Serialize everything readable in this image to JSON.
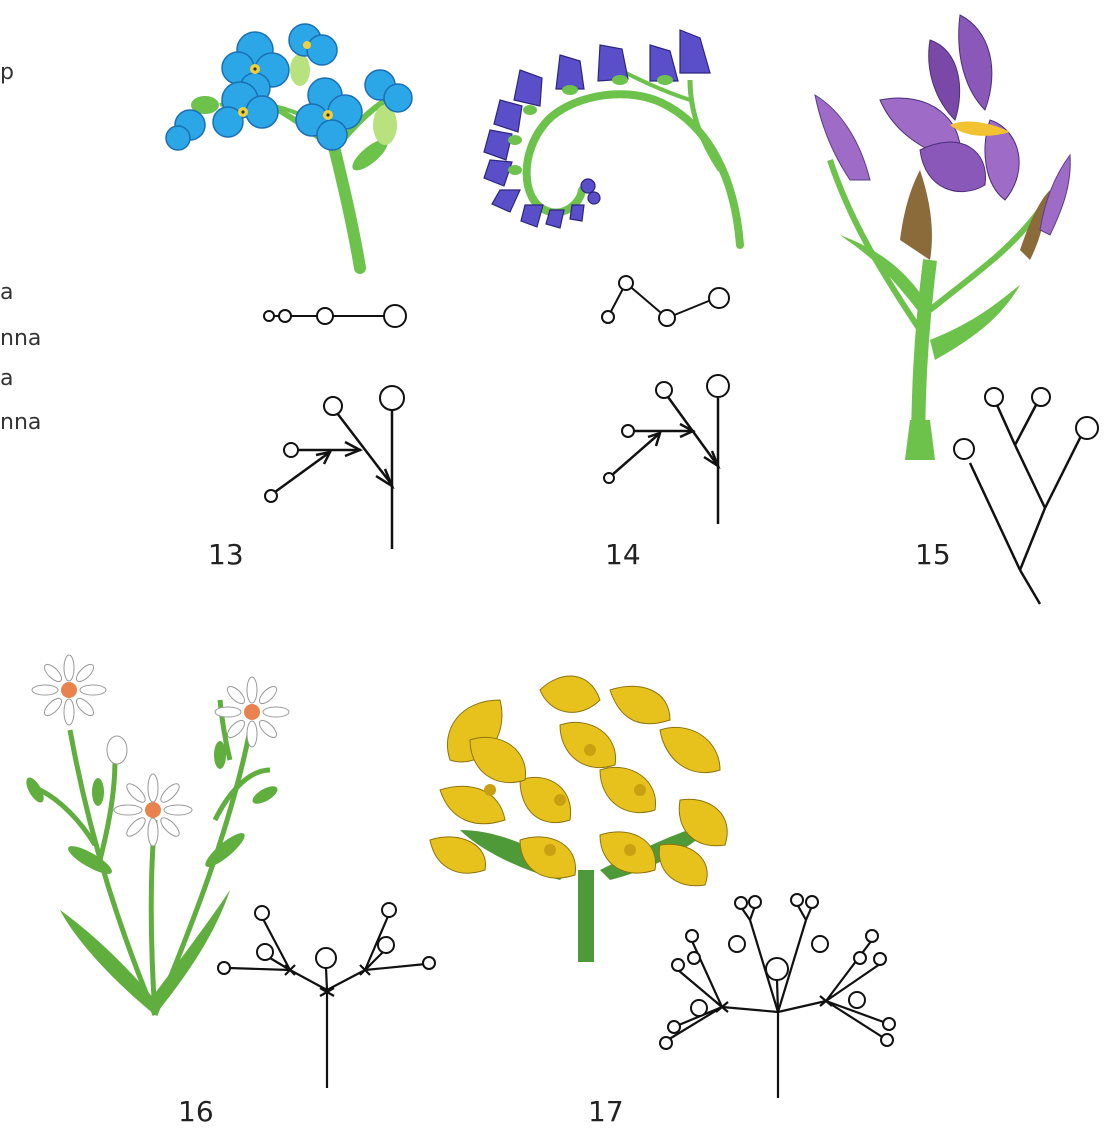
{
  "left_text_fragments": [
    "p",
    "a",
    "nna",
    "a",
    "nna"
  ],
  "figures": [
    {
      "number": "13",
      "plant": "forget-me-not",
      "colors": {
        "petal": "#2ba6e6",
        "center": "#f2d03c",
        "stem": "#6cc24a"
      }
    },
    {
      "number": "14",
      "plant": "comfrey",
      "colors": {
        "petal": "#5a4fc8",
        "stem": "#6cc24a"
      }
    },
    {
      "number": "15",
      "plant": "iris",
      "colors": {
        "petal": "#8a58b8",
        "stem": "#6cc24a"
      }
    },
    {
      "number": "16",
      "plant": "stitchwort",
      "colors": {
        "petal": "#ffffff",
        "center": "#e8834e",
        "stem": "#5fae3e"
      }
    },
    {
      "number": "17",
      "plant": "spurge",
      "colors": {
        "petal": "#e8c21c",
        "stem": "#4f9a38"
      }
    }
  ]
}
